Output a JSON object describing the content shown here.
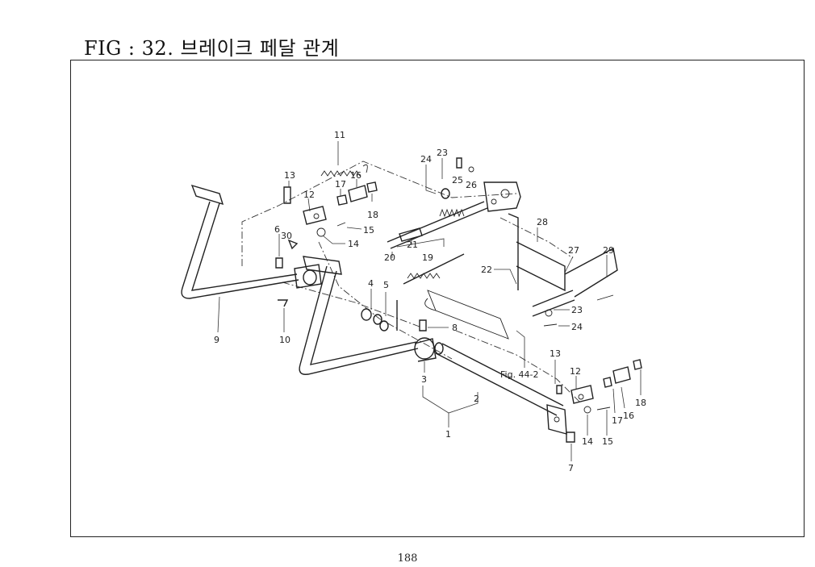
{
  "header": {
    "title": "FIG : 32. 브레이크 페달 관계"
  },
  "footer": {
    "page_number": "188"
  },
  "diagram": {
    "callouts": [
      {
        "id": "c11",
        "text": "11"
      },
      {
        "id": "c13a",
        "text": "13"
      },
      {
        "id": "c12a",
        "text": "12"
      },
      {
        "id": "c17a",
        "text": "17"
      },
      {
        "id": "c16a",
        "text": "16"
      },
      {
        "id": "c18a",
        "text": "18"
      },
      {
        "id": "c15a",
        "text": "15"
      },
      {
        "id": "c14a",
        "text": "14"
      },
      {
        "id": "c6",
        "text": "6"
      },
      {
        "id": "c30",
        "text": "30"
      },
      {
        "id": "c9",
        "text": "9"
      },
      {
        "id": "c10",
        "text": "10"
      },
      {
        "id": "c24a",
        "text": "24"
      },
      {
        "id": "c23a",
        "text": "23"
      },
      {
        "id": "c25",
        "text": "25"
      },
      {
        "id": "c26",
        "text": "26"
      },
      {
        "id": "c20",
        "text": "20"
      },
      {
        "id": "c21",
        "text": "21"
      },
      {
        "id": "c19",
        "text": "19"
      },
      {
        "id": "c4",
        "text": "4"
      },
      {
        "id": "c5",
        "text": "5"
      },
      {
        "id": "c8",
        "text": "8"
      },
      {
        "id": "c3",
        "text": "3"
      },
      {
        "id": "c2",
        "text": "2"
      },
      {
        "id": "c1",
        "text": "1"
      },
      {
        "id": "c28",
        "text": "28"
      },
      {
        "id": "c22",
        "text": "22"
      },
      {
        "id": "c27",
        "text": "27"
      },
      {
        "id": "c29",
        "text": "29"
      },
      {
        "id": "c23b",
        "text": "23"
      },
      {
        "id": "c24b",
        "text": "24"
      },
      {
        "id": "cfig",
        "text": "Fig. 44-2"
      },
      {
        "id": "c13b",
        "text": "13"
      },
      {
        "id": "c12b",
        "text": "12"
      },
      {
        "id": "c18b",
        "text": "18"
      },
      {
        "id": "c16b",
        "text": "16"
      },
      {
        "id": "c17b",
        "text": "17"
      },
      {
        "id": "c14b",
        "text": "14"
      },
      {
        "id": "c15b",
        "text": "15"
      },
      {
        "id": "c7",
        "text": "7"
      }
    ]
  }
}
